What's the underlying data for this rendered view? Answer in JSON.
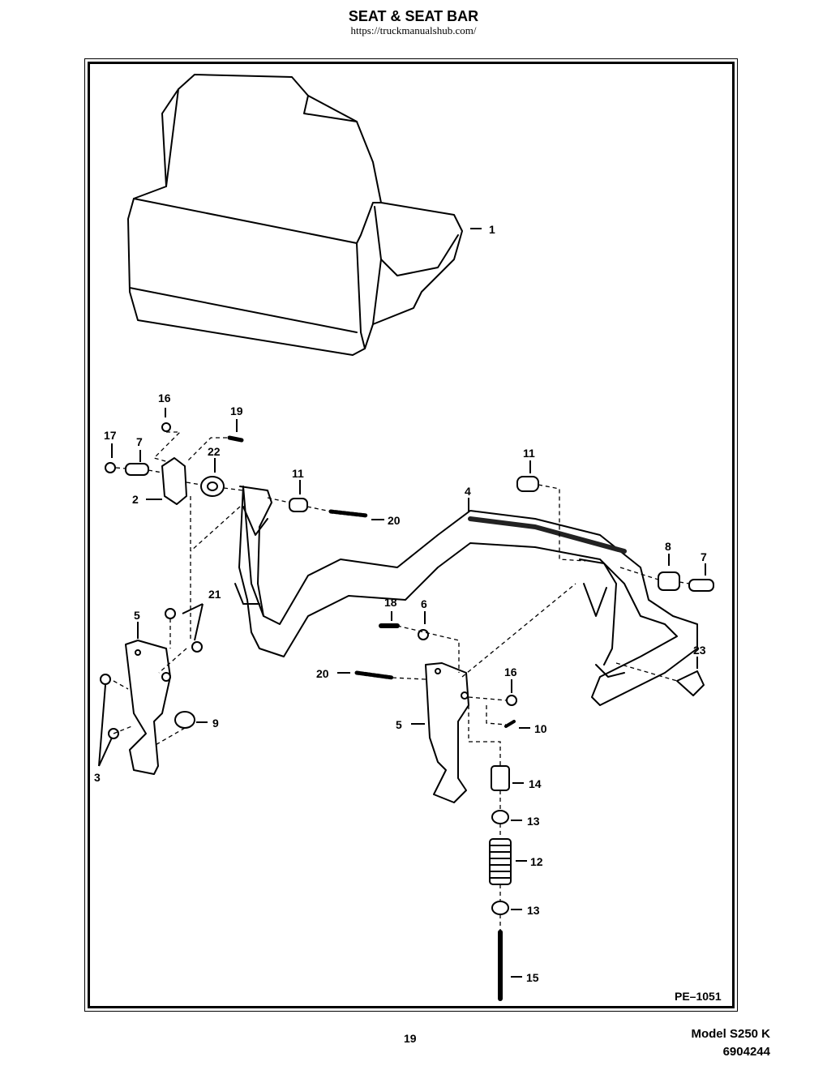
{
  "header": {
    "title": "SEAT & SEAT BAR",
    "url": "https://truckmanualshub.com/"
  },
  "diagram": {
    "code": "PE–1051",
    "callouts": [
      "1",
      "16",
      "19",
      "17",
      "7",
      "22",
      "2",
      "11",
      "20",
      "4",
      "11",
      "8",
      "7",
      "21",
      "5",
      "3",
      "9",
      "18",
      "6",
      "20",
      "16",
      "5",
      "10",
      "23",
      "14",
      "13",
      "12",
      "13",
      "15"
    ]
  },
  "footer": {
    "page": "19",
    "model": "Model S250 K",
    "serial": "6904244"
  }
}
